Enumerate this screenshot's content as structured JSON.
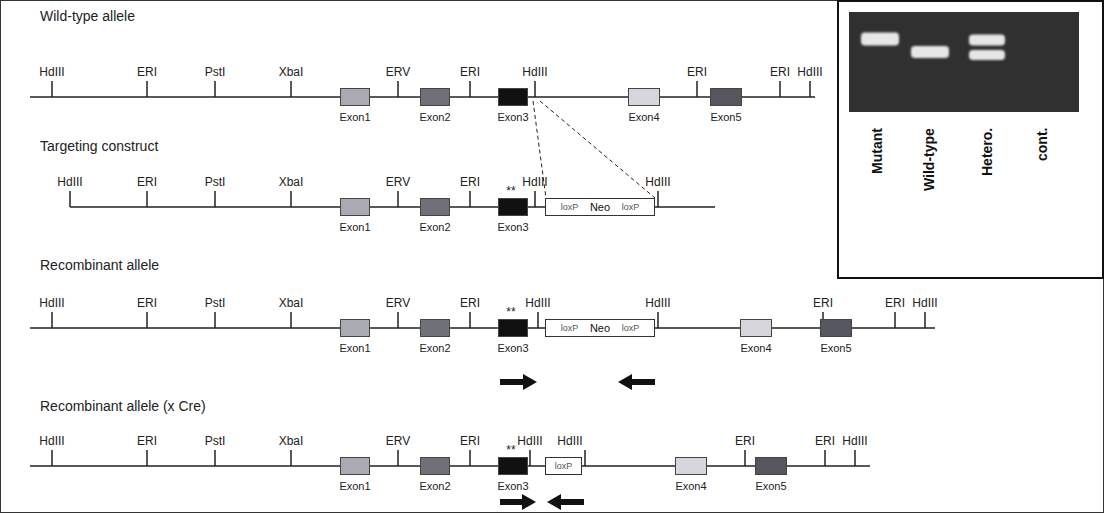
{
  "diagram": {
    "nodes": [
      {
        "text": [
          "Exon1"
        ]
      },
      {
        "text": [
          "Exon2"
        ]
      },
      {
        "text": [
          "Exon3"
        ]
      },
      {
        "text": [
          "Exon4"
        ]
      },
      {
        "text": [
          "Exon5"
        ]
      },
      {
        "text": [
          "Exon1"
        ]
      },
      {
        "text": [
          "Exon2"
        ]
      },
      {
        "text": [
          "Exon3"
        ]
      },
      {
        "text": [
          "loxP",
          "Neo",
          "loxP"
        ]
      },
      {
        "text": [
          "Exon1"
        ]
      },
      {
        "text": [
          "Exon2"
        ]
      },
      {
        "text": [
          "Exon3"
        ]
      },
      {
        "text": [
          "loxP",
          "Neo",
          "loxP"
        ]
      },
      {
        "text": [
          "Exon4"
        ]
      },
      {
        "text": [
          "Exon5"
        ]
      },
      {
        "text": [
          "Exon1"
        ]
      },
      {
        "text": [
          "Exon2"
        ]
      },
      {
        "text": [
          "Exon3"
        ]
      },
      {
        "text": [
          "loxP"
        ]
      },
      {
        "text": [
          "Exon4"
        ]
      },
      {
        "text": [
          "Exon5"
        ]
      },
      {
        "text": [
          "Mutant",
          "Wild-type",
          "Hetero.",
          "cont."
        ]
      }
    ],
    "labels": [
      "Wild-type allele",
      "HdIII",
      "ERI",
      "PstI",
      "XbaI",
      "ERV",
      "ERI",
      "HdIII",
      "ERI",
      "ERI",
      "HdIII",
      "Targeting construct",
      "HdIII",
      "ERI",
      "PstI",
      "XbaI",
      "ERV",
      "ERI",
      "**",
      "HdIII",
      "HdIII",
      "Recombinant allele",
      "HdIII",
      "ERI",
      "PstI",
      "XbaI",
      "ERV",
      "ERI",
      "**",
      "HdIII",
      "HdIII",
      "ERI",
      "ERI",
      "HdIII",
      "Recombinant allele (x Cre)",
      "HdIII",
      "ERI",
      "PstI",
      "XbaI",
      "ERV",
      "ERI",
      "**",
      "HdIII",
      "HdIII",
      "ERI",
      "ERI",
      "HdIII"
    ]
  }
}
